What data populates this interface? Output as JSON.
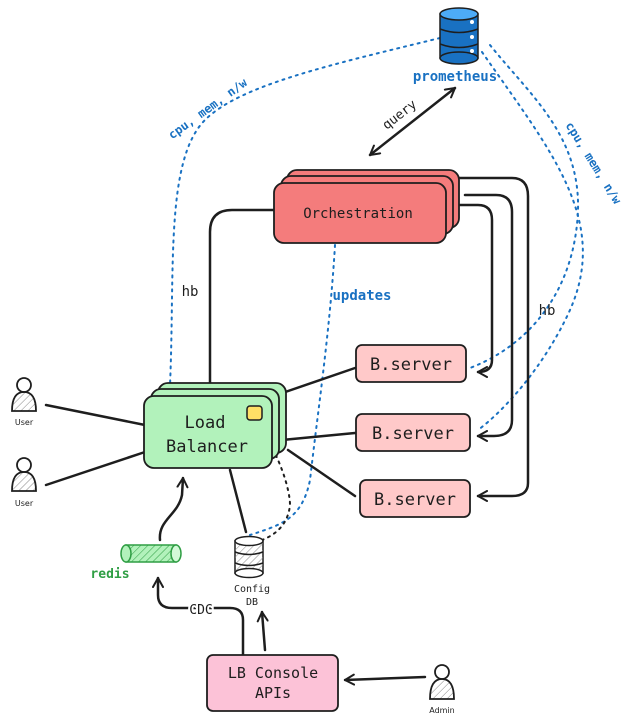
{
  "nodes": {
    "prometheus": "prometheus",
    "orchestration": "Orchestration",
    "load_balancer_line1": "Load",
    "load_balancer_line2": "Balancer",
    "bserver1": "B.server",
    "bserver2": "B.server",
    "bserver3": "B.server",
    "redis": "redis",
    "config_db_line1": "Config",
    "config_db_line2": "DB",
    "console_line1": "LB Console",
    "console_line2": "APIs"
  },
  "actors": {
    "user1": "User",
    "user2": "User",
    "admin": "Admin"
  },
  "edge_labels": {
    "metrics_left": "cpu, mem, n/w",
    "metrics_right": "cpu, mem, n/w",
    "query": "query",
    "hb_left": "hb",
    "hb_right": "hb",
    "updates": "updates",
    "cdc": "CDC"
  },
  "colors": {
    "orchestration_fill": "#f47c7c",
    "load_balancer_fill": "#b2f2bb",
    "bserver_fill": "#ffc9c9",
    "console_fill": "#fcc2d7",
    "prometheus_blue": "#1971c2",
    "redis_green": "#2f9e44",
    "line": "#1e1e1e"
  }
}
